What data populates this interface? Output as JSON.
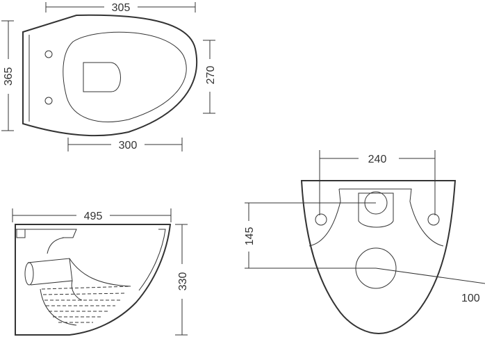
{
  "views": {
    "top_view": {
      "width_top": "305",
      "depth_left": "365",
      "seat_depth_right": "270",
      "width_bottom": "300"
    },
    "side_view": {
      "length_top": "495",
      "height_right": "330"
    },
    "rear_view": {
      "bolt_spacing": "240",
      "height_left": "145",
      "outlet_diameter": "100"
    }
  },
  "colors": {
    "line": "#333333",
    "background": "#ffffff"
  }
}
